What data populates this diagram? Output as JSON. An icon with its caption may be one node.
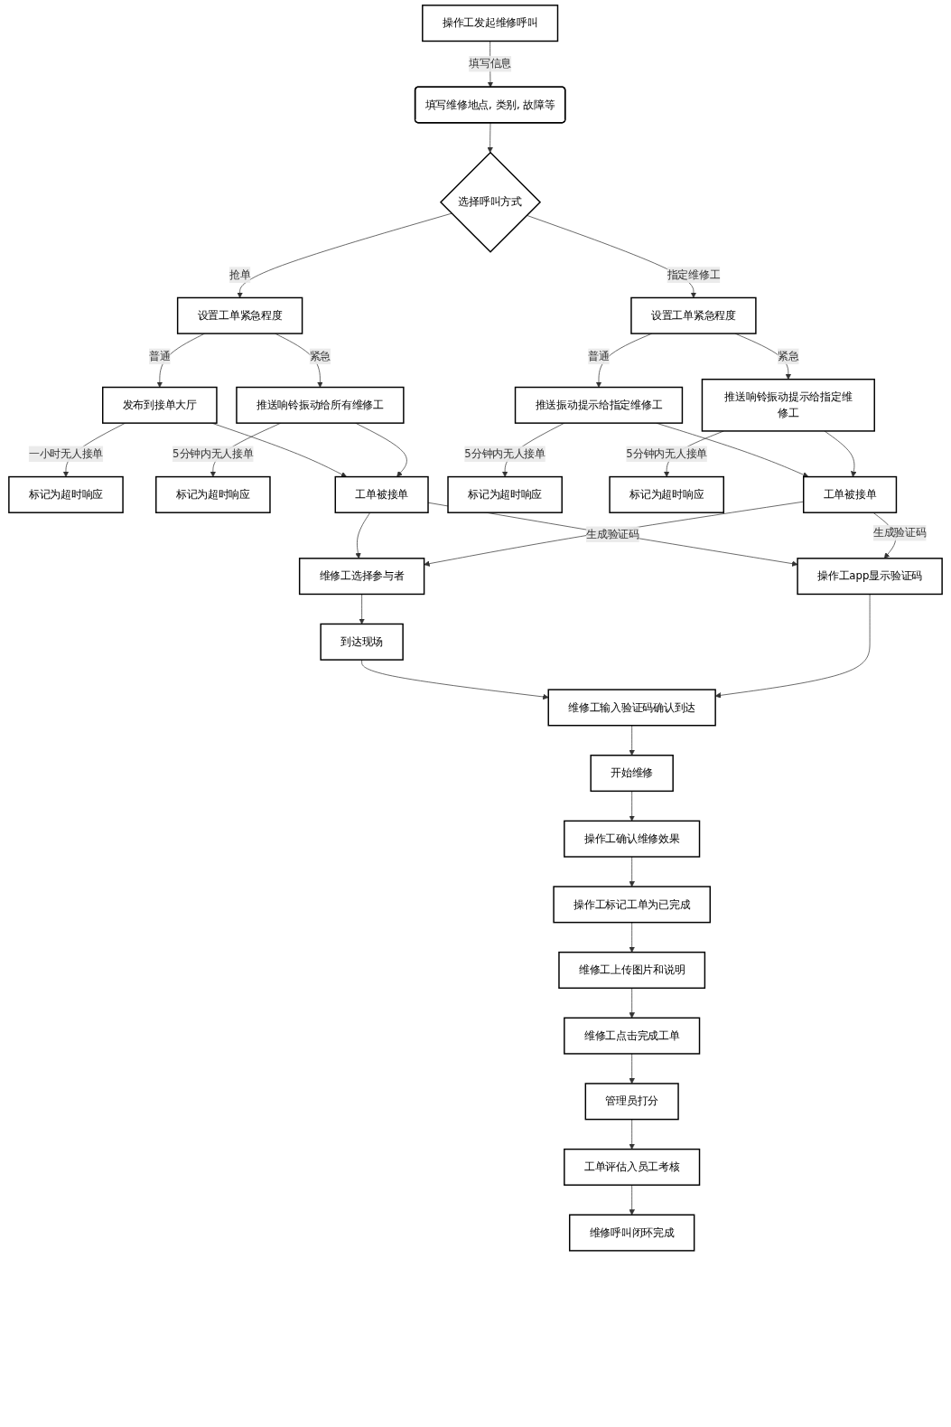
{
  "diagram": {
    "nodes": [
      {
        "text": [
          "操作工发起维修呼叫"
        ]
      },
      {
        "text": [
          "填写维修地点, 类别, 故障等"
        ]
      },
      {
        "text": [
          "选择呼叫方式"
        ]
      },
      {
        "text": [
          "设置工单紧急程度"
        ]
      },
      {
        "text": [
          "设置工单紧急程度"
        ]
      },
      {
        "text": [
          "发布到接单大厅"
        ]
      },
      {
        "text": [
          "推送响铃振动给所有维修工"
        ]
      },
      {
        "text": [
          "推送振动提示给指定维修工"
        ]
      },
      {
        "text": [
          "推送响铃振动提示给指定维修工"
        ]
      },
      {
        "text": [
          "标记为超时响应"
        ]
      },
      {
        "text": [
          "标记为超时响应"
        ]
      },
      {
        "text": [
          "工单被接单"
        ]
      },
      {
        "text": [
          "标记为超时响应"
        ]
      },
      {
        "text": [
          "标记为超时响应"
        ]
      },
      {
        "text": [
          "工单被接单"
        ]
      },
      {
        "text": [
          "维修工选择参与者"
        ]
      },
      {
        "text": [
          "操作工app显示验证码"
        ]
      },
      {
        "text": [
          "到达现场"
        ]
      },
      {
        "text": [
          "维修工输入验证码确认到达"
        ]
      },
      {
        "text": [
          "开始维修"
        ]
      },
      {
        "text": [
          "操作工确认维修效果"
        ]
      },
      {
        "text": [
          "操作工标记工单为已完成"
        ]
      },
      {
        "text": [
          "维修工上传图片和说明"
        ]
      },
      {
        "text": [
          "维修工点击完成工单"
        ]
      },
      {
        "text": [
          "管理员打分"
        ]
      },
      {
        "text": [
          "工单评估入员工考核"
        ]
      },
      {
        "text": [
          "维修呼叫闭环完成"
        ]
      }
    ],
    "edges": [
      {
        "from": 0,
        "to": 1,
        "arrow": "to",
        "label": "填写信息"
      },
      {
        "from": 1,
        "to": 2,
        "arrow": "to"
      },
      {
        "from": 2,
        "to": 3,
        "arrow": "to",
        "label": "抢单"
      },
      {
        "from": 2,
        "to": 4,
        "arrow": "to",
        "label": "指定维修工"
      },
      {
        "from": 3,
        "to": 5,
        "arrow": "to",
        "label": "普通"
      },
      {
        "from": 3,
        "to": 6,
        "arrow": "to",
        "label": "紧急"
      },
      {
        "from": 4,
        "to": 7,
        "arrow": "to",
        "label": "普通"
      },
      {
        "from": 4,
        "to": 8,
        "arrow": "to",
        "label": "紧急"
      },
      {
        "from": 5,
        "to": 9,
        "arrow": "to",
        "label": "一小时无人接单"
      },
      {
        "from": 5,
        "to": 11,
        "arrow": "to"
      },
      {
        "from": 6,
        "to": 10,
        "arrow": "to",
        "label": "5分钟内无人接单"
      },
      {
        "from": 6,
        "to": 11,
        "arrow": "to"
      },
      {
        "from": 7,
        "to": 12,
        "arrow": "to",
        "label": "5分钟内无人接单"
      },
      {
        "from": 7,
        "to": 14,
        "arrow": "to"
      },
      {
        "from": 8,
        "to": 13,
        "arrow": "to",
        "label": "5分钟内无人接单"
      },
      {
        "from": 8,
        "to": 14,
        "arrow": "to"
      },
      {
        "from": 11,
        "to": 15,
        "arrow": "to"
      },
      {
        "from": 11,
        "to": 16,
        "arrow": "to",
        "label": "生成验证码"
      },
      {
        "from": 14,
        "to": 15,
        "arrow": "to"
      },
      {
        "from": 14,
        "to": 16,
        "arrow": "to",
        "label": "生成验证码"
      },
      {
        "from": 15,
        "to": 17,
        "arrow": "to"
      },
      {
        "from": 17,
        "to": 18,
        "arrow": "to"
      },
      {
        "from": 16,
        "to": 18,
        "arrow": "to"
      },
      {
        "from": 18,
        "to": 19,
        "arrow": "to"
      },
      {
        "from": 19,
        "to": 20,
        "arrow": "to"
      },
      {
        "from": 20,
        "to": 21,
        "arrow": "to"
      },
      {
        "from": 21,
        "to": 22,
        "arrow": "to"
      },
      {
        "from": 22,
        "to": 23,
        "arrow": "to"
      },
      {
        "from": 23,
        "to": 24,
        "arrow": "to"
      },
      {
        "from": 24,
        "to": 25,
        "arrow": "to"
      },
      {
        "from": 25,
        "to": 26,
        "arrow": "to"
      }
    ]
  }
}
